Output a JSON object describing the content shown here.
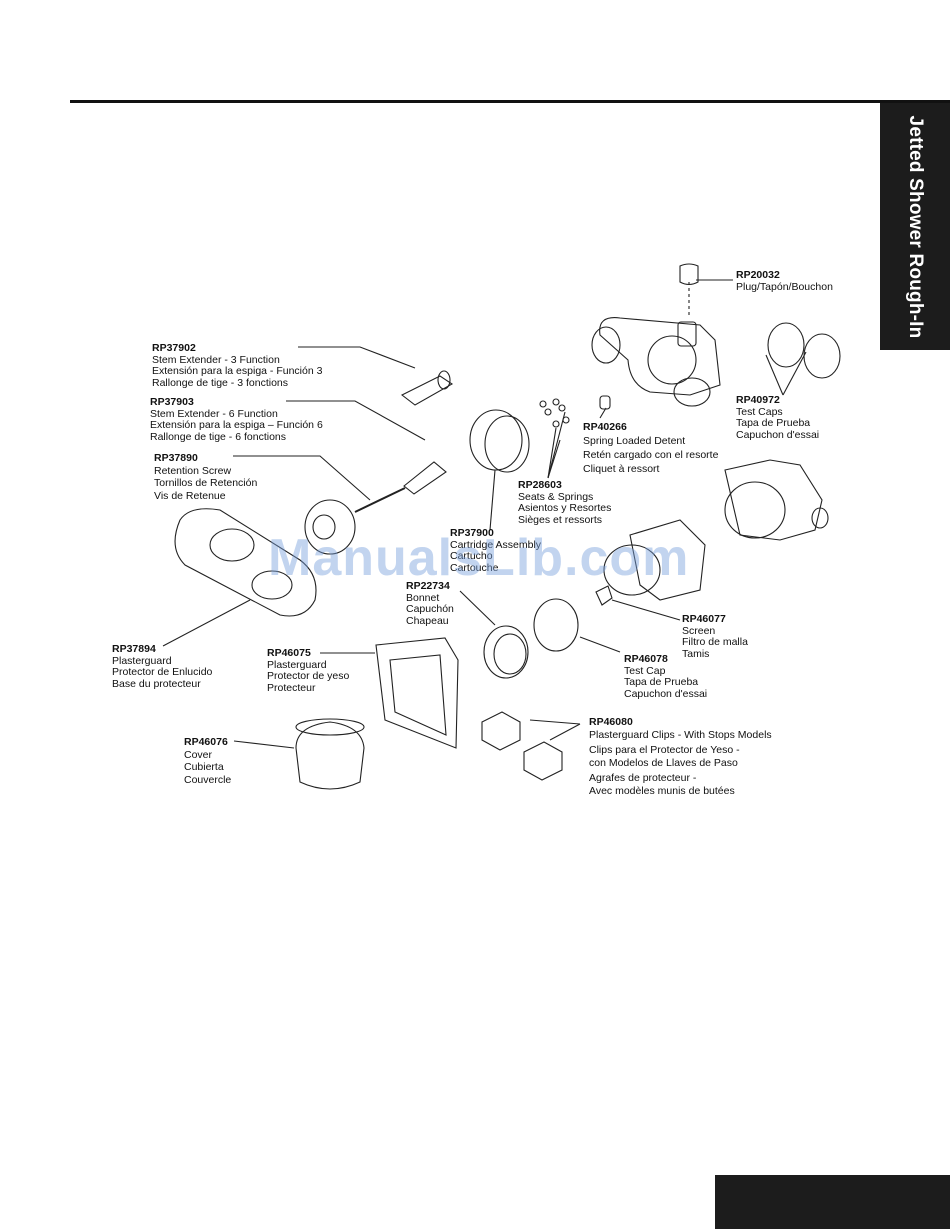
{
  "page": {
    "side_tab_title": "Jetted Shower Rough-In",
    "watermark": "ManualsLib.com"
  },
  "parts": [
    {
      "code": "RP20032",
      "desc": [
        "Plug/Tapón/Bouchon"
      ]
    },
    {
      "code": "RP37902",
      "desc": [
        "Stem Extender - 3 Function",
        "Extensión para la espiga - Función 3",
        "Rallonge de tige - 3 fonctions"
      ]
    },
    {
      "code": "RP37903",
      "desc": [
        "Stem Extender - 6 Function",
        "Extensión para la espiga – Función 6",
        "Rallonge de tige - 6 fonctions"
      ]
    },
    {
      "code": "RP40972",
      "desc": [
        "Test Caps",
        "Tapa de Prueba",
        "Capuchon d'essai"
      ]
    },
    {
      "code": "RP40266",
      "desc": [
        "Spring Loaded Detent",
        "Retén cargado con el resorte",
        "Cliquet à ressort"
      ]
    },
    {
      "code": "RP37890",
      "desc": [
        "Retention Screw",
        "Tornillos de Retención",
        "Vis de Retenue"
      ]
    },
    {
      "code": "RP28603",
      "desc": [
        "Seats & Springs",
        "Asientos y Resortes",
        "Sièges et ressorts"
      ]
    },
    {
      "code": "RP37900",
      "desc": [
        "Cartridge Assembly",
        "Cartucho",
        "Cartouche"
      ]
    },
    {
      "code": "RP22734",
      "desc": [
        "Bonnet",
        "Capuchón",
        "Chapeau"
      ]
    },
    {
      "code": "RP46077",
      "desc": [
        "Screen",
        "Filtro de malla",
        "Tamis"
      ]
    },
    {
      "code": "RP37894",
      "desc": [
        "Plasterguard",
        "Protector de Enlucido",
        "Base du protecteur"
      ]
    },
    {
      "code": "RP46075",
      "desc": [
        "Plasterguard",
        "Protector de yeso",
        "Protecteur"
      ]
    },
    {
      "code": "RP46078",
      "desc": [
        "Test Cap",
        "Tapa de Prueba",
        "Capuchon d'essai"
      ]
    },
    {
      "code": "RP46080",
      "desc": [
        "Plasterguard Clips - With Stops Models",
        "Clips para el Protector de Yeso -",
        "con Modelos de Llaves de Paso",
        "Agrafes de protecteur -",
        "Avec modèles munis de butées"
      ]
    },
    {
      "code": "RP46076",
      "desc": [
        "Cover",
        "Cubierta",
        "Couvercle"
      ]
    }
  ]
}
